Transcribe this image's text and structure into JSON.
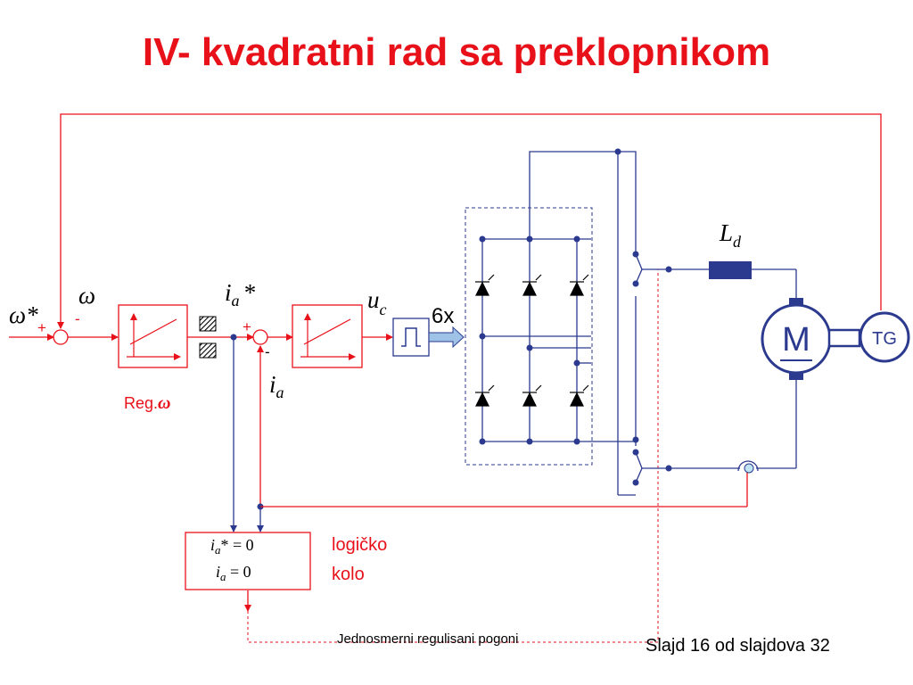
{
  "title": "IV- kvadratni rad sa preklopnikom",
  "labels": {
    "omega_ref": "ω*",
    "omega": "ω",
    "plus1": "+",
    "minus1": "-",
    "plus2": "+",
    "minus2": "-",
    "ia_ref_i": "i",
    "ia_ref_sub": "a",
    "ia_ref_star": "*",
    "ia_i": "i",
    "ia_sub": "a",
    "uc_u": "u",
    "uc_sub": "c",
    "pulses": "6x",
    "reg_text": "Reg.",
    "reg_omega": "ω",
    "ld_l": "L",
    "ld_sub": "d",
    "motor": "M",
    "tacho": "TG",
    "logic_line1_i": "i",
    "logic_line1_sub": "a",
    "logic_line1_rest": "* = 0",
    "logic_line2_i": "i",
    "logic_line2_sub": "a",
    "logic_line2_rest": " = 0",
    "logic_label1": "logičko",
    "logic_label2": "kolo"
  },
  "footer": "Jednosmerni regulisani pogoni",
  "slide_number": "Slajd 16 od slajdova 32",
  "colors": {
    "signal": "#e8111a",
    "power": "#2b3a8f",
    "title": "#e8111a"
  }
}
